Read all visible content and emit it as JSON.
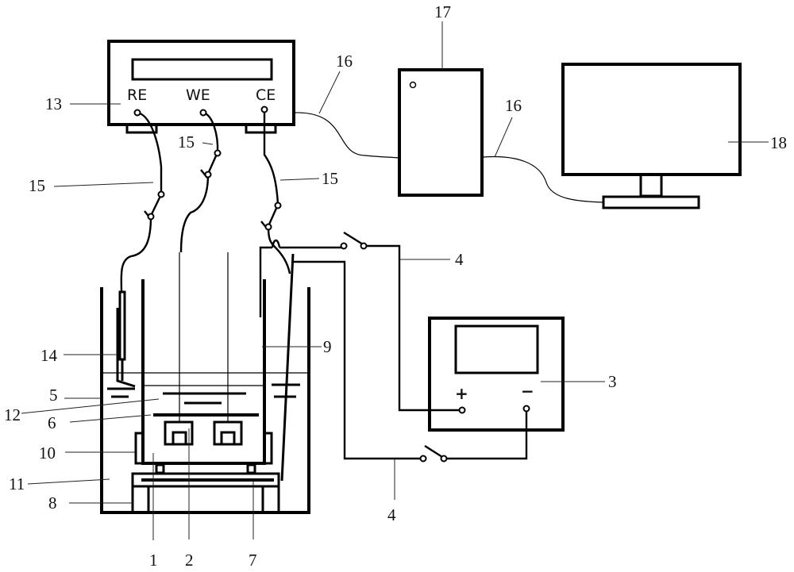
{
  "title": "Electrochemical test apparatus schematic",
  "potentiostat": {
    "ref_number": "13",
    "terminals": {
      "re": "RE",
      "we": "WE",
      "ce": "CE"
    }
  },
  "computer_unit": {
    "ref_number": "17"
  },
  "monitor": {
    "ref_number": "18"
  },
  "power_supply": {
    "ref_number": "3",
    "positive": "+",
    "negative": "−"
  },
  "labels": {
    "n1": "1",
    "n2": "2",
    "n4a": "4",
    "n4b": "4",
    "n5": "5",
    "n6": "6",
    "n7": "7",
    "n8": "8",
    "n9": "9",
    "n10": "10",
    "n11": "11",
    "n12": "12",
    "n14": "14",
    "n15a": "15",
    "n15b": "15",
    "n15c": "15",
    "n16a": "16",
    "n16b": "16"
  }
}
